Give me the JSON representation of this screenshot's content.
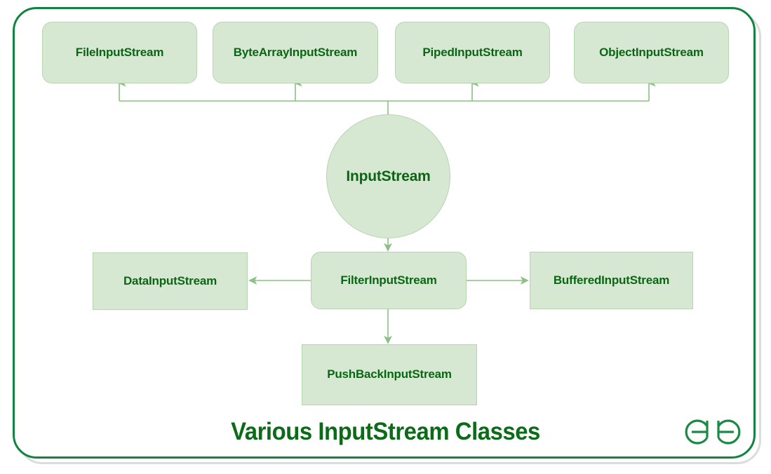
{
  "diagram": {
    "title": "Various InputStream Classes",
    "logo_name": "geeksforgeeks-logo",
    "colors": {
      "node_fill": "#d6e8d2",
      "node_border": "#b7d4b0",
      "node_text": "#0a6614",
      "title_text": "#0b6b18",
      "frame_border": "#13843f",
      "frame_shadow": "#dcdcdc",
      "connector": "#8cc084",
      "background": "#ffffff"
    },
    "root": {
      "label": "InputStream",
      "shape": "circle"
    },
    "subclasses": [
      {
        "label": "FileInputStream",
        "shape": "rounded-rect",
        "row": "top"
      },
      {
        "label": "ByteArrayInputStream",
        "shape": "rounded-rect",
        "row": "top"
      },
      {
        "label": "PipedInputStream",
        "shape": "rounded-rect",
        "row": "top"
      },
      {
        "label": "ObjectInputStream",
        "shape": "rounded-rect",
        "row": "top"
      },
      {
        "label": "FilterInputStream",
        "shape": "rounded-rect",
        "row": "middle"
      }
    ],
    "filter_subclasses": [
      {
        "label": "DataInputStream",
        "shape": "rect",
        "position": "left"
      },
      {
        "label": "BufferedInputStream",
        "shape": "rect",
        "position": "right"
      },
      {
        "label": "PushBackInputStream",
        "shape": "rect",
        "position": "below"
      }
    ],
    "edges": [
      {
        "from": "InputStream",
        "to": "FileInputStream",
        "style": "inheritance-up"
      },
      {
        "from": "InputStream",
        "to": "ByteArrayInputStream",
        "style": "inheritance-up"
      },
      {
        "from": "InputStream",
        "to": "PipedInputStream",
        "style": "inheritance-up"
      },
      {
        "from": "InputStream",
        "to": "ObjectInputStream",
        "style": "inheritance-up"
      },
      {
        "from": "InputStream",
        "to": "FilterInputStream",
        "style": "arrow-down"
      },
      {
        "from": "FilterInputStream",
        "to": "DataInputStream",
        "style": "arrow-left"
      },
      {
        "from": "FilterInputStream",
        "to": "BufferedInputStream",
        "style": "arrow-right"
      },
      {
        "from": "FilterInputStream",
        "to": "PushBackInputStream",
        "style": "arrow-down"
      }
    ]
  }
}
